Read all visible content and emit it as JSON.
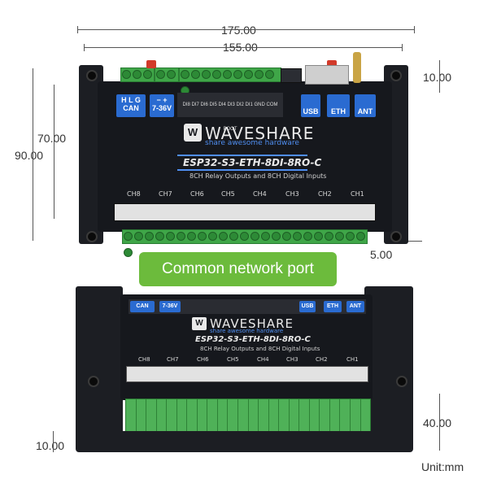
{
  "dimensions": {
    "width_total": "175.00",
    "width_inner": "155.00",
    "top_offset": "10.00",
    "height_inner": "70.00",
    "height_total": "90.00",
    "side_offset": "5.00",
    "depth": "40.00",
    "bottom_offset": "10.00"
  },
  "top_view": {
    "can_label": "CAN",
    "power_label": "7-36V",
    "usb_label": "USB",
    "eth_label": "ETH",
    "ant_label": "ANT",
    "brand": "WAVESHARE",
    "tagline": "share awesome hardware",
    "model": "ESP32-S3-ETH-8DI-8RO-C",
    "description": "8CH Relay Outputs and 8CH Digital Inputs",
    "channels": [
      "CH8",
      "CH7",
      "CH6",
      "CH5",
      "CH4",
      "CH3",
      "CH2",
      "CH1"
    ]
  },
  "badge": {
    "label": "Common network port",
    "color": "#6cbb3c"
  },
  "bottom_view": {
    "brand": "WAVESHARE",
    "tagline": "share awesome hardware",
    "model": "ESP32-S3-ETH-8DI-8RO-C",
    "description": "8CH Relay Outputs and 8CH Digital Inputs",
    "channels": [
      "CH8",
      "CH7",
      "CH6",
      "CH5",
      "CH4",
      "CH3",
      "CH2",
      "CH1"
    ]
  },
  "unit_label": "Unit:mm"
}
